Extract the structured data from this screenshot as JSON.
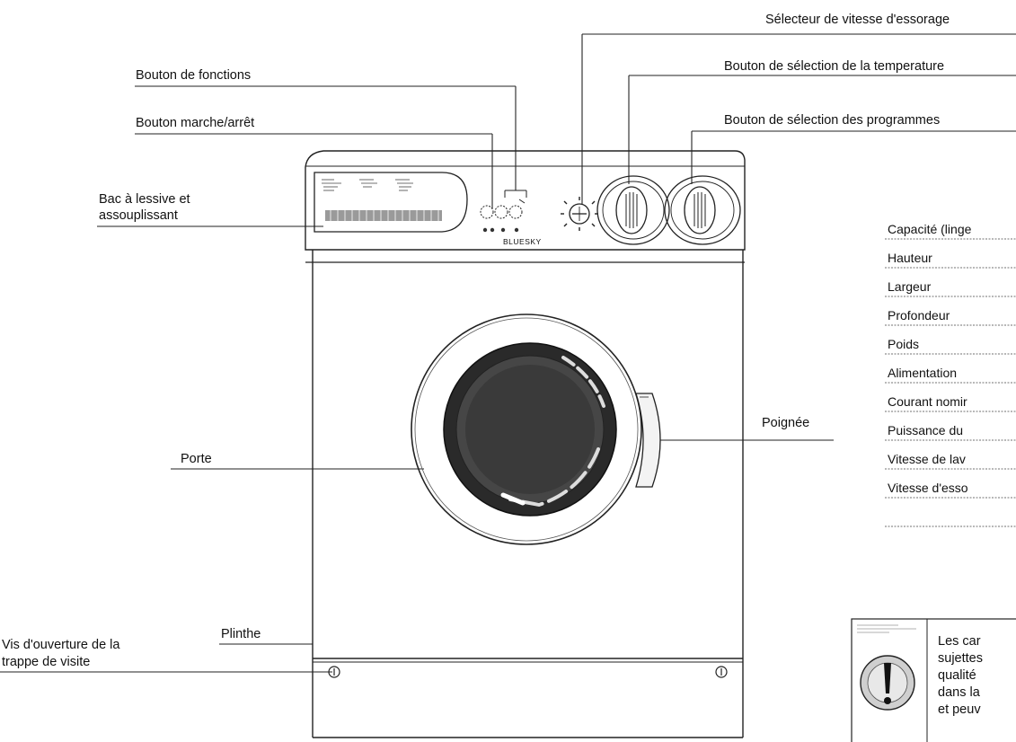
{
  "labels": {
    "spin_selector": "Sélecteur de vitesse d'essorage",
    "temp_knob": "Bouton de sélection de la temperature",
    "function_button": "Bouton  de fonctions",
    "program_knob": "Bouton de sélection des programmes",
    "power_button": "Bouton marche/arrêt",
    "detergent_drawer_line1": "Bac à lessive et",
    "detergent_drawer_line2": "assouplissant",
    "handle": "Poignée",
    "door": "Porte",
    "plinth": "Plinthe",
    "service_screw_line1": "Vis d'ouverture de la",
    "service_screw_line2": "trappe de visite"
  },
  "brand": "BLUESKY",
  "specs": [
    "Capacité (linge",
    "Hauteur",
    "Largeur",
    "Profondeur",
    "Poids",
    "Alimentation",
    "Courant nomir",
    "Puissance du",
    "Vitesse de lav",
    "Vitesse d'esso"
  ],
  "warning_note": {
    "icon": "exclamation-warning-icon",
    "lines": [
      "Les car",
      "sujettes",
      "qualité",
      "dans la",
      "et peuv"
    ]
  }
}
